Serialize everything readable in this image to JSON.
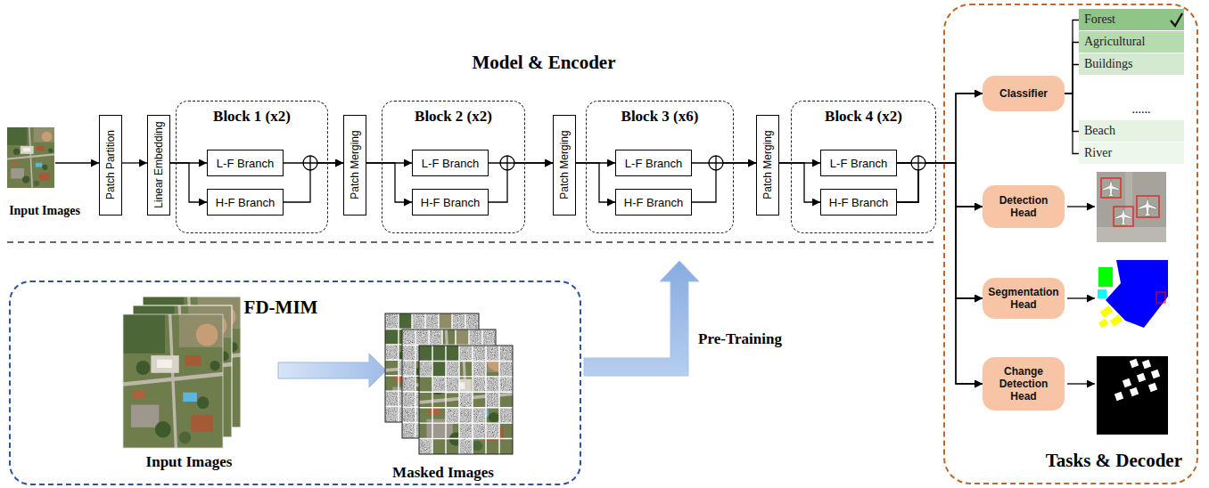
{
  "diagram": {
    "title": "Model & Encoder",
    "nodes": [
      {
        "text": [
          "Patch Partition"
        ]
      },
      {
        "text": [
          "Linear Embedding"
        ]
      },
      {
        "text": [
          "Block 1 (x2)"
        ]
      },
      {
        "text": [
          "L-F Branch"
        ],
        "in": 2
      },
      {
        "text": [
          "H-F Branch"
        ],
        "in": 2
      },
      {
        "text": [
          "Patch Merging"
        ]
      },
      {
        "text": [
          "Block 2 (x2)"
        ]
      },
      {
        "text": [
          "L-F Branch"
        ],
        "in": 6
      },
      {
        "text": [
          "H-F Branch"
        ],
        "in": 6
      },
      {
        "text": [
          "Patch Merging"
        ]
      },
      {
        "text": [
          "Block 3 (x6)"
        ]
      },
      {
        "text": [
          "L-F Branch"
        ],
        "in": 10
      },
      {
        "text": [
          "H-F Branch"
        ],
        "in": 10
      },
      {
        "text": [
          "Patch Merging"
        ]
      },
      {
        "text": [
          "Block 4 (x2)"
        ]
      },
      {
        "text": [
          "L-F Branch"
        ],
        "in": 14
      },
      {
        "text": [
          "H-F Branch"
        ],
        "in": 14
      },
      {
        "text": [
          "FD-MIM"
        ]
      },
      {
        "text": [
          "Tasks & Decoder"
        ]
      },
      {
        "text": [
          "Classifier"
        ],
        "in": 18
      },
      {
        "text": [
          "Forest"
        ],
        "in": 18
      },
      {
        "text": [
          "Agricultural"
        ],
        "in": 18
      },
      {
        "text": [
          "Buildings"
        ],
        "in": 18
      },
      {
        "text": [
          "Beach"
        ],
        "in": 18
      },
      {
        "text": [
          "River"
        ],
        "in": 18
      },
      {
        "text": [
          "Detection Head"
        ],
        "in": 18
      },
      {
        "text": [
          "Segmentation Head"
        ],
        "in": 18
      },
      {
        "text": [
          "Change Detection Head"
        ],
        "in": 18
      }
    ],
    "edges": [
      {
        "from": 0,
        "to": 1,
        "arrow": "to"
      },
      {
        "from": 1,
        "to": 3,
        "arrow": "to"
      },
      {
        "from": 1,
        "to": 4,
        "arrow": "to"
      },
      {
        "from": 3,
        "to": 5,
        "arrow": "to"
      },
      {
        "from": 4,
        "to": 5,
        "arrow": "to"
      },
      {
        "from": 5,
        "to": 7,
        "arrow": "to"
      },
      {
        "from": 5,
        "to": 8,
        "arrow": "to"
      },
      {
        "from": 7,
        "to": 9,
        "arrow": "to"
      },
      {
        "from": 8,
        "to": 9,
        "arrow": "to"
      },
      {
        "from": 9,
        "to": 11,
        "arrow": "to"
      },
      {
        "from": 9,
        "to": 12,
        "arrow": "to"
      },
      {
        "from": 11,
        "to": 13,
        "arrow": "to"
      },
      {
        "from": 12,
        "to": 13,
        "arrow": "to"
      },
      {
        "from": 13,
        "to": 15,
        "arrow": "to"
      },
      {
        "from": 13,
        "to": 16,
        "arrow": "to"
      },
      {
        "from": 15,
        "to": 19,
        "arrow": "to"
      },
      {
        "from": 16,
        "to": 19,
        "arrow": "to"
      },
      {
        "from": 15,
        "to": 25,
        "arrow": "to"
      },
      {
        "from": 16,
        "to": 25,
        "arrow": "to"
      },
      {
        "from": 15,
        "to": 26,
        "arrow": "to"
      },
      {
        "from": 16,
        "to": 26,
        "arrow": "to"
      },
      {
        "from": 15,
        "to": 27,
        "arrow": "to"
      },
      {
        "from": 16,
        "to": 27,
        "arrow": "to"
      },
      {
        "from": 19,
        "to": 20,
        "arrow": "none"
      },
      {
        "from": 19,
        "to": 21,
        "arrow": "none"
      },
      {
        "from": 19,
        "to": 22,
        "arrow": "none"
      },
      {
        "from": 19,
        "to": 23,
        "arrow": "none"
      },
      {
        "from": 19,
        "to": 24,
        "arrow": "none"
      }
    ],
    "labels": [
      "Input Images",
      "Input Images",
      "Masked Images",
      "Pre-Training",
      "......"
    ]
  }
}
